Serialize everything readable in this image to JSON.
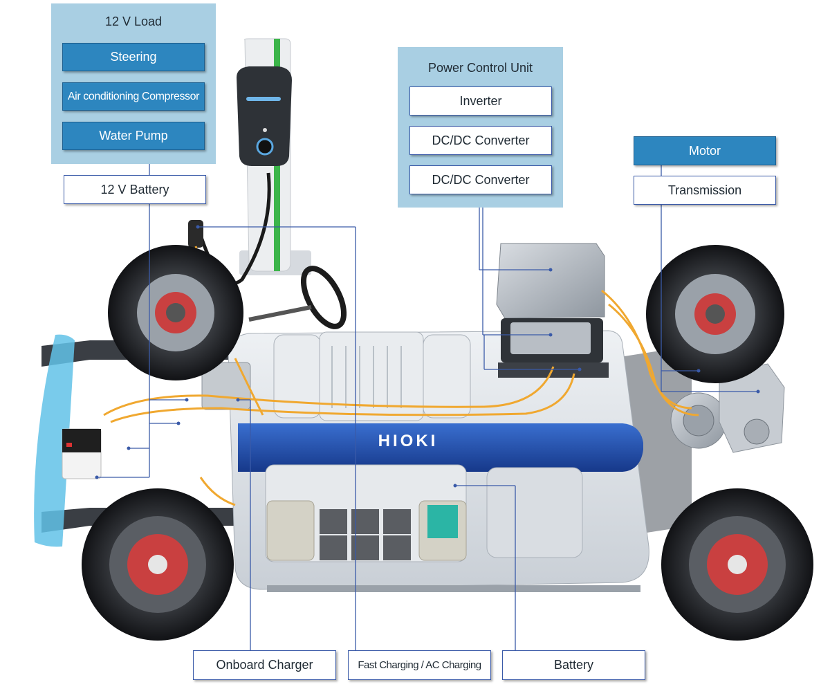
{
  "load_panel": {
    "title": "12 V Load",
    "items": [
      "Steering",
      "Air conditioning Compressor",
      "Water Pump"
    ]
  },
  "battery_12v_label": "12 V Battery",
  "pcu_panel": {
    "title": "Power Control Unit",
    "items": [
      "Inverter",
      "DC/DC Converter",
      "DC/DC Converter"
    ]
  },
  "motor_label": "Motor",
  "transmission_label": "Transmission",
  "bottom_labels": {
    "onboard_charger": "Onboard Charger",
    "fast_charging": "Fast Charging / AC Charging",
    "battery": "Battery"
  },
  "brand_text": "HIOKI",
  "colors": {
    "panel_bg": "#a9cfe3",
    "box_blue": "#2d86bf",
    "box_border": "#3a5aa8",
    "leader_line": "#3a5aa8",
    "cable_orange": "#f0a830",
    "brand_bar": "#1f4fa8",
    "charger_stripe": "#3cb54a"
  }
}
